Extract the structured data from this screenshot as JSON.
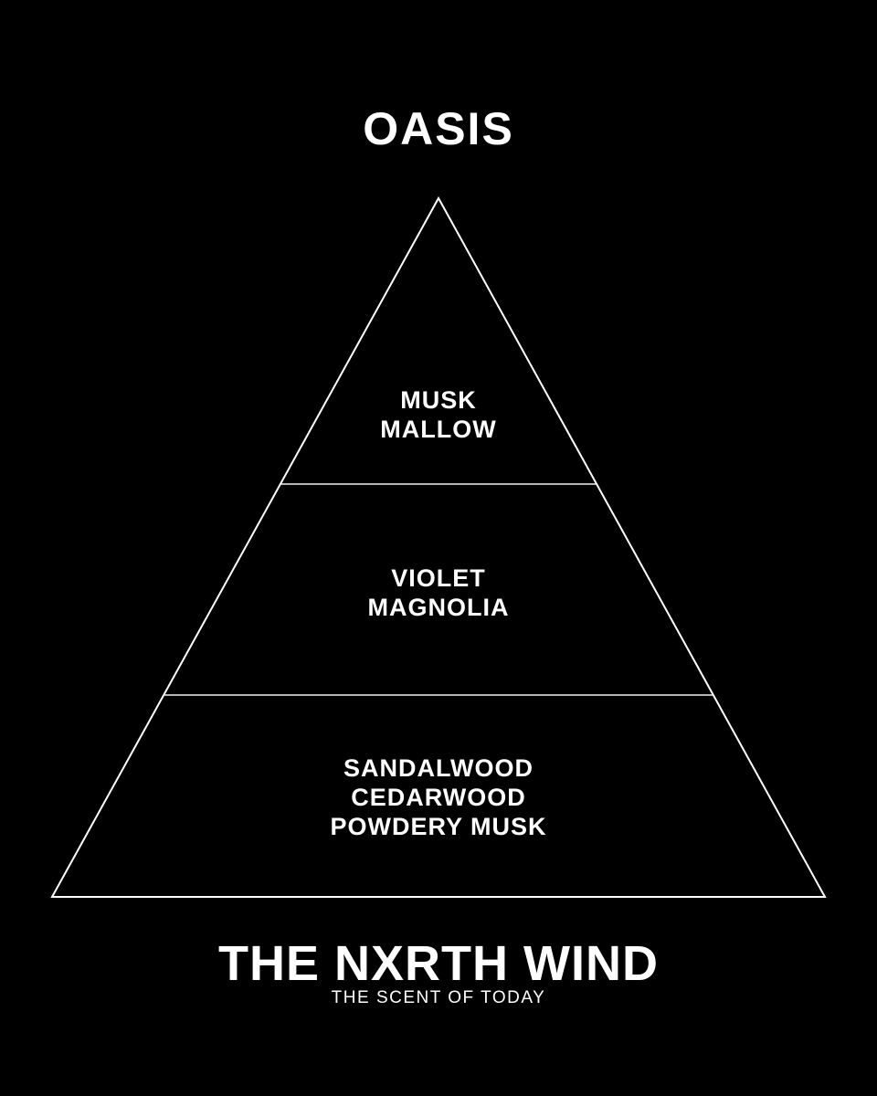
{
  "page": {
    "background_color": "#000000",
    "text_color": "#ffffff",
    "line_color": "#ffffff"
  },
  "header": {
    "title": "OASIS"
  },
  "pyramid": {
    "type": "fragrance-note-pyramid",
    "levels": [
      {
        "id": "top-notes",
        "lines": [
          "MUSK",
          "MALLOW"
        ]
      },
      {
        "id": "heart-notes",
        "lines": [
          "VIOLET",
          "MAGNOLIA"
        ]
      },
      {
        "id": "base-notes",
        "lines": [
          "SANDALWOOD",
          "CEDARWOOD",
          "POWDERY MUSK"
        ]
      }
    ]
  },
  "footer": {
    "brand": "THE NXRTH WIND",
    "tagline": "THE SCENT OF TODAY"
  }
}
